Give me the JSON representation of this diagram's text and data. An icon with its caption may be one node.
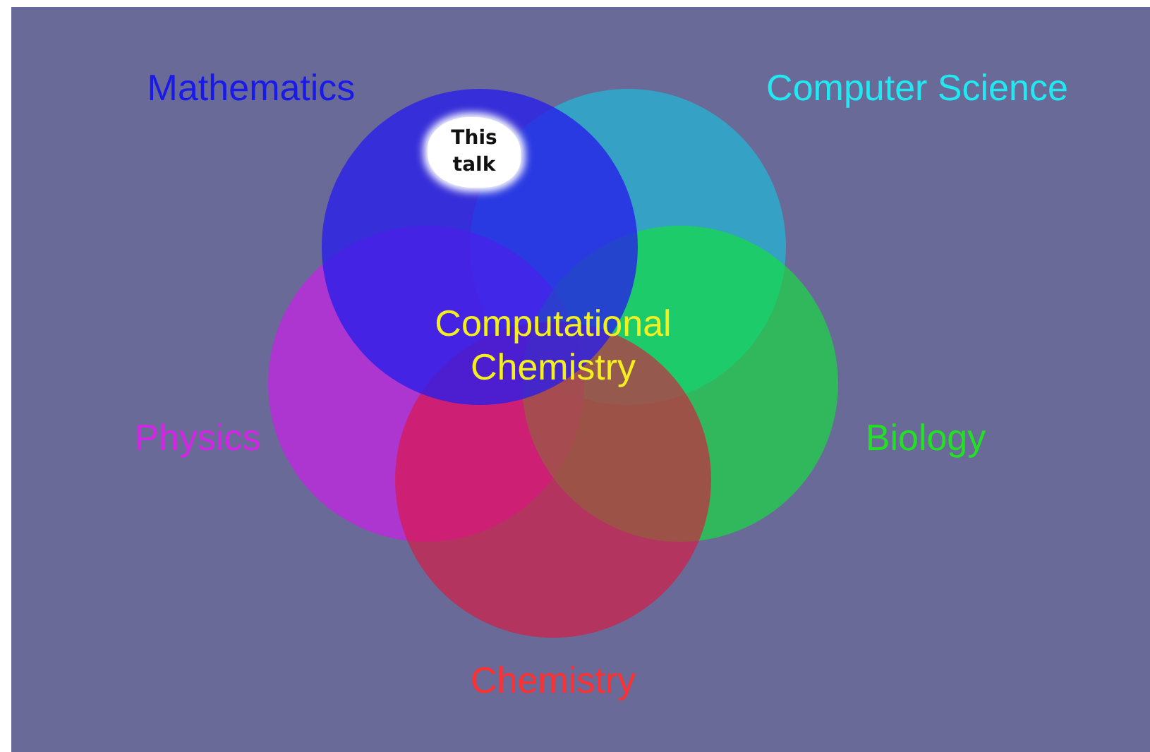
{
  "diagram": {
    "nodes": [
      {
        "text": [
          "Mathematics"
        ]
      },
      {
        "text": [
          "Computer Science"
        ]
      },
      {
        "text": [
          "Physics"
        ]
      },
      {
        "text": [
          "Biology"
        ]
      },
      {
        "text": [
          "Chemistry"
        ]
      },
      {
        "text": [
          "This talk"
        ],
        "in": 0
      }
    ],
    "labels": [
      "Computational Chemistry"
    ]
  }
}
